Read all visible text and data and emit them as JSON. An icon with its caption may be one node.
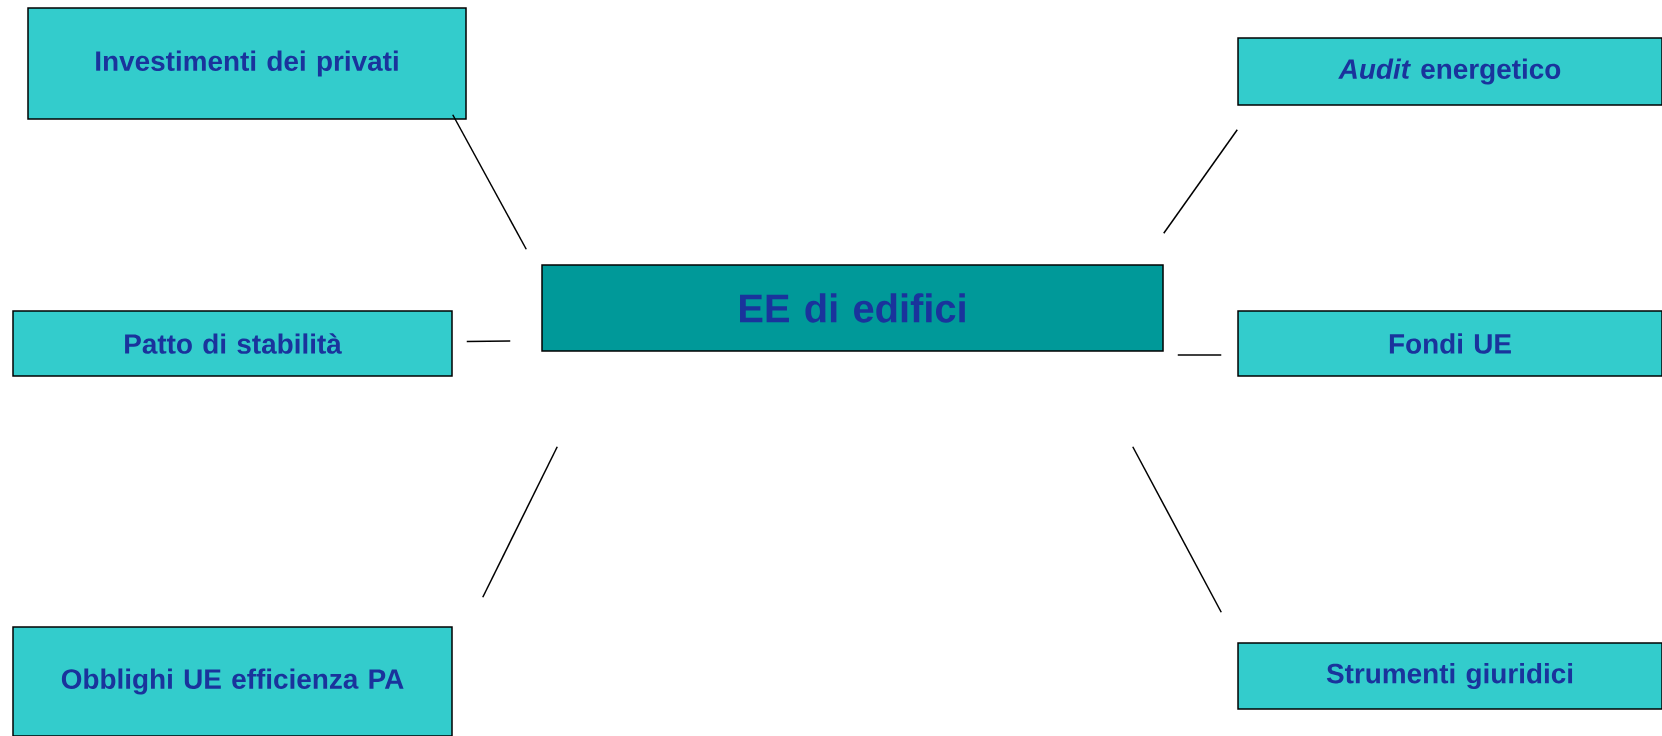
{
  "diagram": {
    "nodes": [
      {
        "text": [
          "EE di edifici"
        ]
      },
      {
        "text": [
          "Investimenti dei privati"
        ]
      },
      {
        "text": [
          "*Audit* energetico"
        ]
      },
      {
        "text": [
          "Patto di stabilità"
        ]
      },
      {
        "text": [
          "Fondi UE"
        ]
      },
      {
        "text": [
          "Obblighi UE efficienza PA"
        ]
      },
      {
        "text": [
          "Strumenti giuridici"
        ]
      }
    ],
    "edges": [
      {
        "from": 1,
        "to": 0,
        "arrow": "none"
      },
      {
        "from": 2,
        "to": 0,
        "arrow": "none"
      },
      {
        "from": 3,
        "to": 0,
        "arrow": "none"
      },
      {
        "from": 0,
        "to": 4,
        "arrow": "none"
      },
      {
        "from": 5,
        "to": 0,
        "arrow": "none"
      },
      {
        "from": 0,
        "to": 6,
        "arrow": "none"
      }
    ]
  }
}
